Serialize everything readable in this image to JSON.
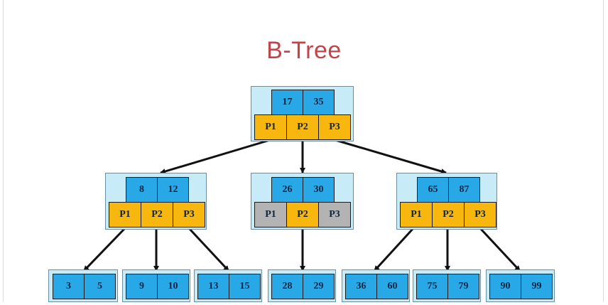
{
  "title": "B-Tree",
  "root": {
    "keys": [
      "17",
      "35"
    ],
    "pointers": [
      "P1",
      "P2",
      "P3"
    ]
  },
  "level1": [
    {
      "keys": [
        "8",
        "12"
      ],
      "pointers": [
        "P1",
        "P2",
        "P3"
      ],
      "inactive": []
    },
    {
      "keys": [
        "26",
        "30"
      ],
      "pointers": [
        "P1",
        "P2",
        "P3"
      ],
      "inactive": [
        0,
        2
      ]
    },
    {
      "keys": [
        "65",
        "87"
      ],
      "pointers": [
        "P1",
        "P2",
        "P3"
      ],
      "inactive": []
    }
  ],
  "leaves": [
    {
      "keys": [
        "3",
        "5"
      ]
    },
    {
      "keys": [
        "9",
        "10"
      ]
    },
    {
      "keys": [
        "13",
        "15"
      ]
    },
    {
      "keys": [
        "28",
        "29"
      ]
    },
    {
      "keys": [
        "36",
        "60"
      ]
    },
    {
      "keys": [
        "75",
        "79"
      ]
    },
    {
      "keys": [
        "90",
        "99"
      ]
    }
  ],
  "colors": {
    "title": "#c0454a",
    "key": "#29a8e8",
    "pointer": "#f7b70f",
    "pointer_unused": "#b3b3b3",
    "node_bg": "#c7ecf7"
  }
}
